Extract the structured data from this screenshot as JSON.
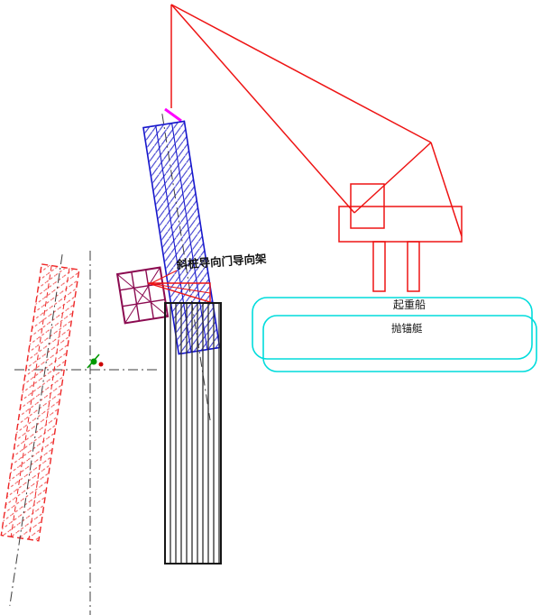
{
  "drawing": {
    "labels": {
      "guide_frame": "斜桩导向门导向架",
      "vessel_top": "起重船",
      "vessel_bottom": "抛锚艇"
    },
    "colors": {
      "crane": "#ee1414",
      "hoist_tip": "#ff00ff",
      "pile_blue": "#1616cc",
      "pile_red_dashed": "#ee2626",
      "guide_frame": "#8b0a50",
      "vessel": "#00dcdc",
      "column": "#161616",
      "centerline": "#3c3c3c",
      "marker_green": "#009900",
      "marker_red": "#cc0000",
      "label_text": "#111111"
    }
  }
}
